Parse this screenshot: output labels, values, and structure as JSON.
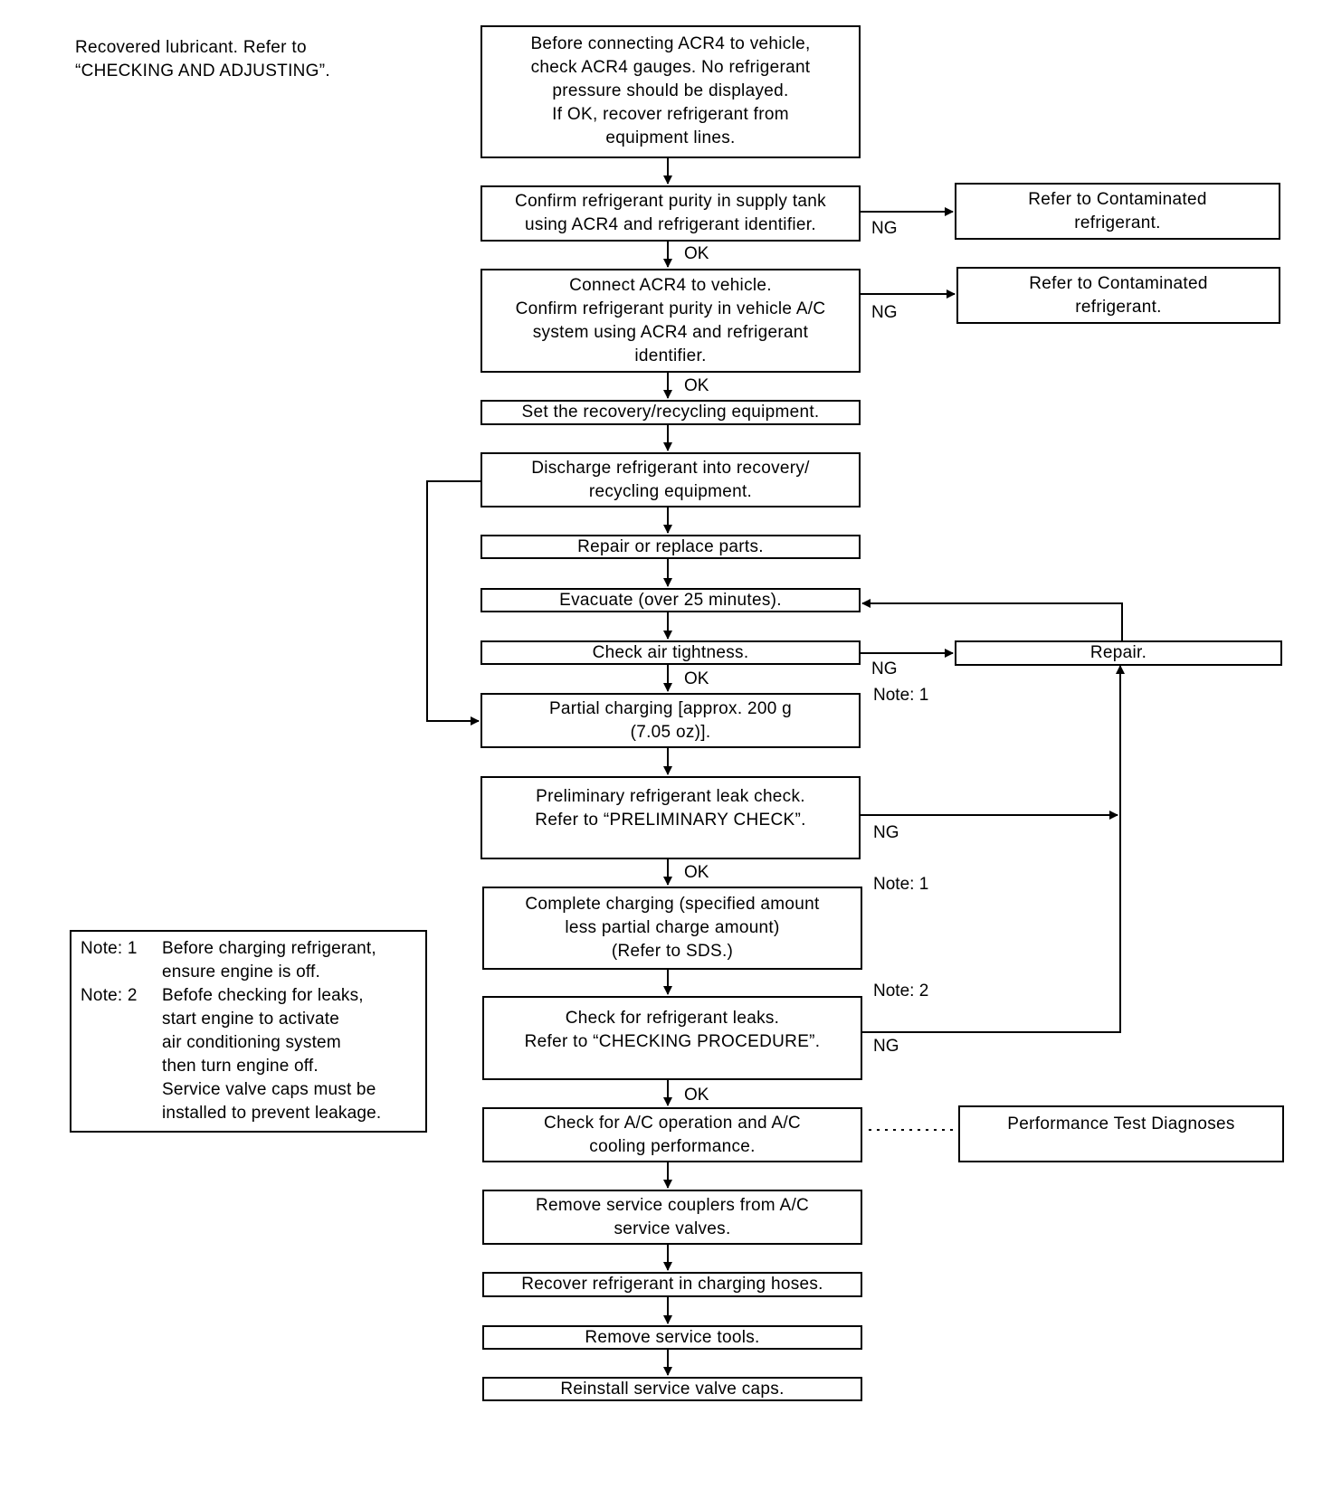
{
  "header_note": [
    "Recovered lubricant. Refer to",
    "“CHECKING AND ADJUSTING”."
  ],
  "steps": [
    {
      "lines": [
        "Before connecting ACR4 to vehicle,",
        "check ACR4 gauges. No refrigerant",
        "pressure should be displayed.",
        "If OK, recover refrigerant from",
        "equipment lines."
      ]
    },
    {
      "lines": [
        "Confirm refrigerant purity in supply tank",
        "using ACR4 and refrigerant identifier."
      ]
    },
    {
      "lines": [
        "Connect ACR4 to vehicle.",
        "Confirm refrigerant purity in vehicle A/C",
        "system using ACR4 and refrigerant",
        "identifier."
      ]
    },
    {
      "lines": [
        "Set the recovery/recycling equipment."
      ]
    },
    {
      "lines": [
        "Discharge refrigerant into recovery/",
        "recycling equipment."
      ]
    },
    {
      "lines": [
        "Repair or replace parts."
      ]
    },
    {
      "lines": [
        "Evacuate (over 25 minutes)."
      ]
    },
    {
      "lines": [
        "Check air tightness."
      ]
    },
    {
      "lines": [
        "Partial charging [approx. 200 g",
        "(7.05 oz)]."
      ]
    },
    {
      "lines": [
        "Preliminary refrigerant leak check.",
        "Refer to “PRELIMINARY CHECK”."
      ]
    },
    {
      "lines": [
        "Complete charging (specified amount",
        "less partial charge amount)",
        "(Refer to SDS.)"
      ]
    },
    {
      "lines": [
        "Check for refrigerant leaks.",
        "Refer to “CHECKING PROCEDURE”."
      ]
    },
    {
      "lines": [
        "Check for A/C operation and A/C",
        "cooling performance."
      ]
    },
    {
      "lines": [
        "Remove service couplers from A/C",
        "service valves."
      ]
    },
    {
      "lines": [
        "Recover refrigerant in charging hoses."
      ]
    },
    {
      "lines": [
        "Remove service tools."
      ]
    },
    {
      "lines": [
        "Reinstall service valve caps."
      ]
    }
  ],
  "side_boxes": [
    {
      "lines": [
        "Refer to Contaminated",
        "refrigerant."
      ]
    },
    {
      "lines": [
        "Refer to Contaminated",
        "refrigerant."
      ]
    },
    {
      "lines": [
        "Repair."
      ]
    },
    {
      "lines": [
        "Performance Test Diagnoses"
      ]
    }
  ],
  "labels": {
    "ok": "OK",
    "ng": "NG",
    "note1": "Note: 1",
    "note2": "Note: 2"
  },
  "notes_box": {
    "note1_label": "Note: 1",
    "note1_lines": [
      "Before charging refrigerant,",
      "ensure engine is off."
    ],
    "note2_label": "Note: 2",
    "note2_lines": [
      "Befofe checking for leaks,",
      "start engine to activate",
      "air conditioning system",
      "then turn engine off.",
      "Service valve caps must be",
      "installed to prevent leakage."
    ]
  }
}
